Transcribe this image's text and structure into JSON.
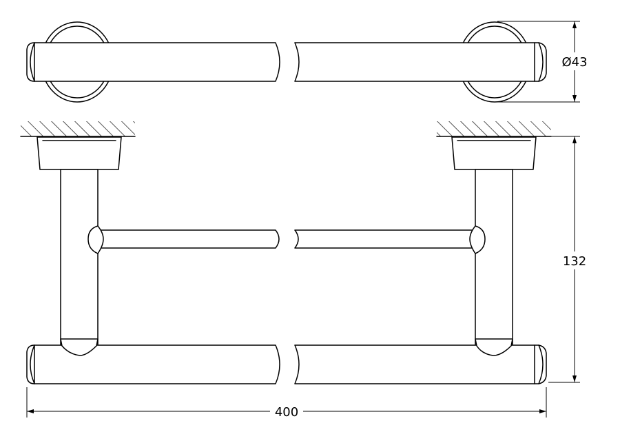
{
  "dimensions": {
    "diameter": "Ø43",
    "height": "132",
    "width": "400"
  },
  "colors": {
    "stroke": "#000000",
    "background": "#ffffff"
  }
}
